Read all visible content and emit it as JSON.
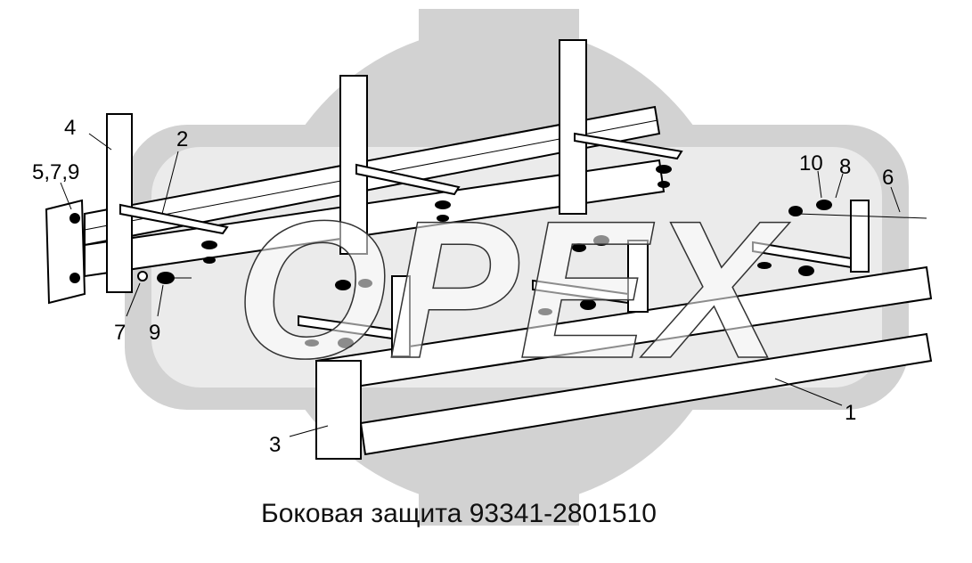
{
  "diagram": {
    "caption": "Боковая защита 93341-2801510",
    "callouts": [
      "4",
      "2",
      "5,7,9",
      "7",
      "9",
      "10",
      "8",
      "6",
      "1",
      "3"
    ],
    "watermark": "OPEX",
    "colors": {
      "watermark": "#d2d2d2",
      "line": "#000000",
      "background": "#ffffff"
    }
  }
}
